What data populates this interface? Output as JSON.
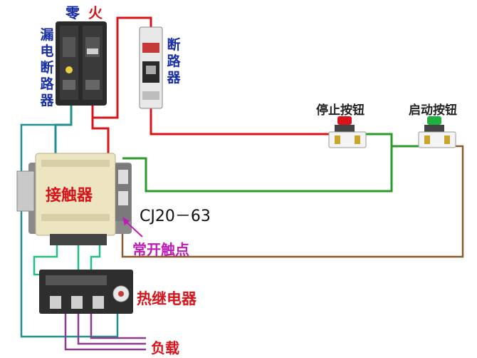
{
  "labels": {
    "neutral": "零",
    "live": "火",
    "leakage_breaker": "漏电断路器",
    "breaker": "断路器",
    "stop_button": "停止按钮",
    "start_button": "启动按钮",
    "contactor": "接触器",
    "model": "CJ20－63",
    "no_contact": "常开触点",
    "thermal_relay": "热继电器",
    "load": "负载"
  },
  "colors": {
    "live_wire": "#d8141b",
    "neutral_wire": "#1f8f8f",
    "control_wire": "#2a9a2a",
    "aux_wire": "#8b5a2b",
    "load_wire": "#8e3a8e",
    "label_blue": "#1a2fa6",
    "label_red": "#d8141b",
    "label_magenta": "#c01ab8",
    "contactor_body": "#ede4c2",
    "relay_body": "#2e2e2e"
  }
}
